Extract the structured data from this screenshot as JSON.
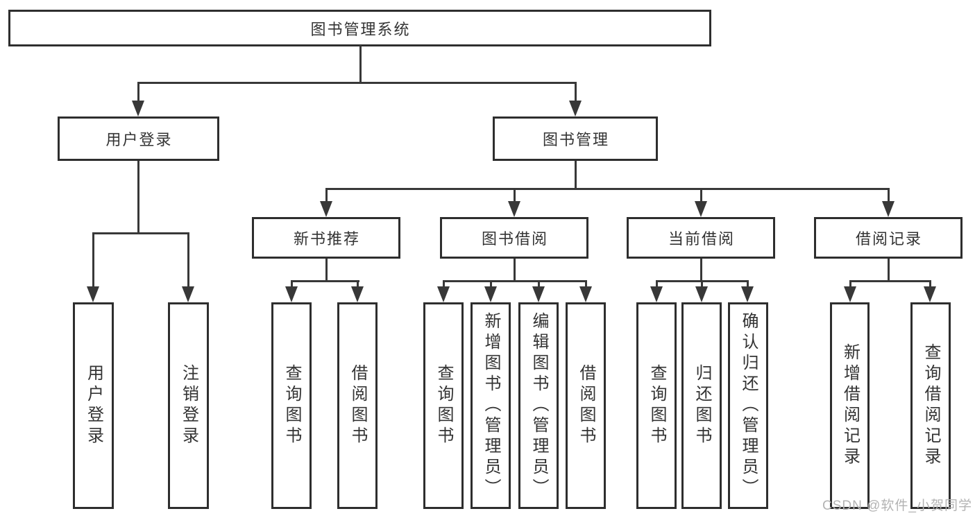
{
  "diagram": {
    "root": {
      "label": "图书管理系统"
    },
    "level2": [
      {
        "label": "用户登录"
      },
      {
        "label": "图书管理"
      }
    ],
    "level3": [
      {
        "label": "新书推荐"
      },
      {
        "label": "图书借阅"
      },
      {
        "label": "当前借阅"
      },
      {
        "label": "借阅记录"
      }
    ],
    "leaves": {
      "user_login": [
        {
          "label": "用户登录"
        },
        {
          "label": "注销登录"
        }
      ],
      "new_book_recommend": [
        {
          "label": "查询图书"
        },
        {
          "label": "借阅图书"
        }
      ],
      "book_borrowing": [
        {
          "label": "查询图书"
        },
        {
          "label": "新增图书（管理员）"
        },
        {
          "label": "编辑图书（管理员）"
        },
        {
          "label": "借阅图书"
        }
      ],
      "current_borrowing": [
        {
          "label": "查询图书"
        },
        {
          "label": "归还图书"
        },
        {
          "label": "确认归还（管理员）"
        }
      ],
      "borrow_records": [
        {
          "label": "新增借阅记录"
        },
        {
          "label": "查询借阅记录"
        }
      ]
    },
    "colors": {
      "line": "#383838",
      "border": "#2e2e2e",
      "text": "#333333",
      "background": "#ffffff"
    }
  },
  "watermark": {
    "text": "CSDN @软件_小贺同学",
    "color": "#b3b3b3"
  }
}
